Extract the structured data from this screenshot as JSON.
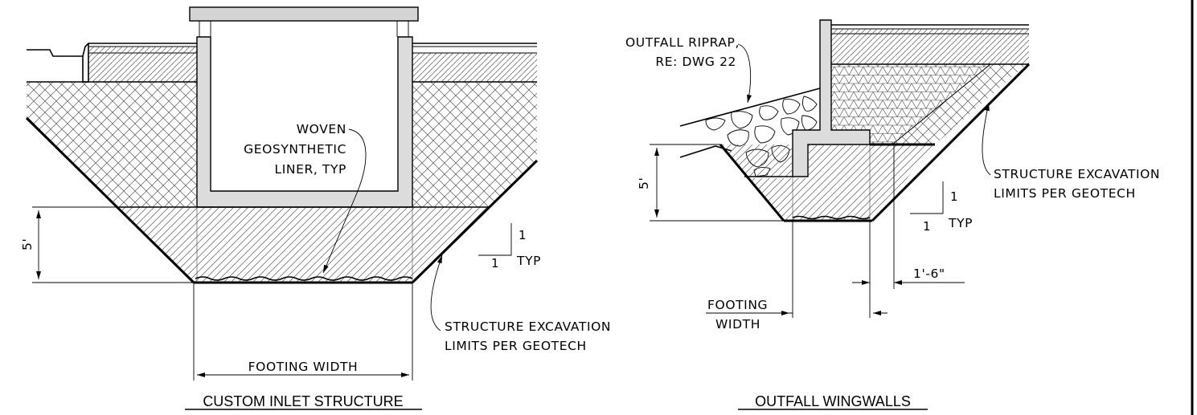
{
  "colors": {
    "ink": "#000000",
    "concrete": "#dcdcdc",
    "paper": "#ffffff"
  },
  "left_detail": {
    "title": "CUSTOM INLET STRUCTURE",
    "liner_label": [
      "WOVEN",
      "GEOSYNTHETIC",
      "LINER, TYP"
    ],
    "depth_dim": "5'",
    "slope_rise": "1",
    "slope_run": "1",
    "slope_typ": "TYP",
    "excavation_label": [
      "STRUCTURE EXCAVATION",
      "LIMITS PER GEOTECH"
    ],
    "footing_width": "FOOTING WIDTH"
  },
  "right_detail": {
    "title": "OUTFALL WINGWALLS",
    "riprap_label": [
      "OUTFALL RIPRAP,",
      "RE: DWG 22"
    ],
    "depth_dim": "5'",
    "slope_rise": "1",
    "slope_run": "1",
    "slope_typ": "TYP",
    "excavation_label": [
      "STRUCTURE EXCAVATION",
      "LIMITS PER GEOTECH"
    ],
    "offset_dim": "1'-6\"",
    "footing_width": [
      "FOOTING",
      "WIDTH"
    ]
  }
}
